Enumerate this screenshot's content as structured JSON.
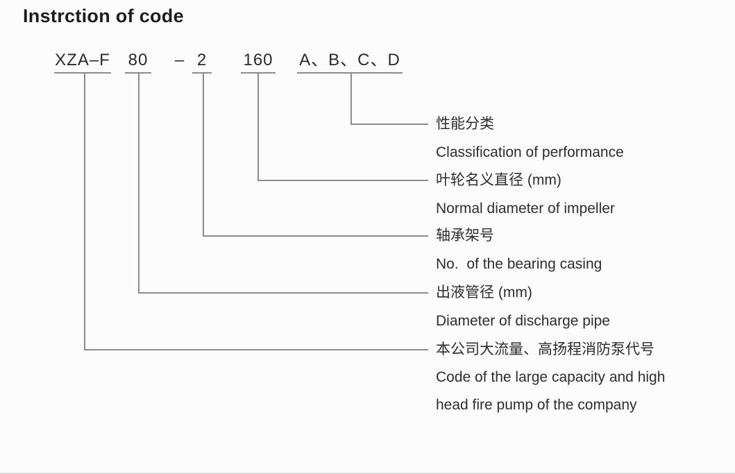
{
  "title": "Instrction of code",
  "code_line": {
    "prefix": "XZA–F",
    "discharge_diameter": "80",
    "separator": "–",
    "bearing_no": "2",
    "impeller_diameter": "160",
    "performance_classes": "A、B、C、D"
  },
  "legend": [
    {
      "zh": "性能分类",
      "en": [
        "Classification of performance"
      ]
    },
    {
      "zh": "叶轮名义直径 (mm)",
      "en": [
        "Normal diameter of impeller"
      ]
    },
    {
      "zh": "轴承架号",
      "en": [
        "No.  of the bearing casing"
      ]
    },
    {
      "zh": "出液管径 (mm)",
      "en": [
        "Diameter of discharge pipe"
      ]
    },
    {
      "zh": "本公司大流量、高扬程消防泵代号",
      "en": [
        "Code of the large capacity and high",
        "head fire pump of the company"
      ]
    }
  ],
  "colors": {
    "line": "#8c8c8c",
    "text": "#2d2d2d",
    "title": "#1d1d1d",
    "background": "#fcfcfc"
  }
}
